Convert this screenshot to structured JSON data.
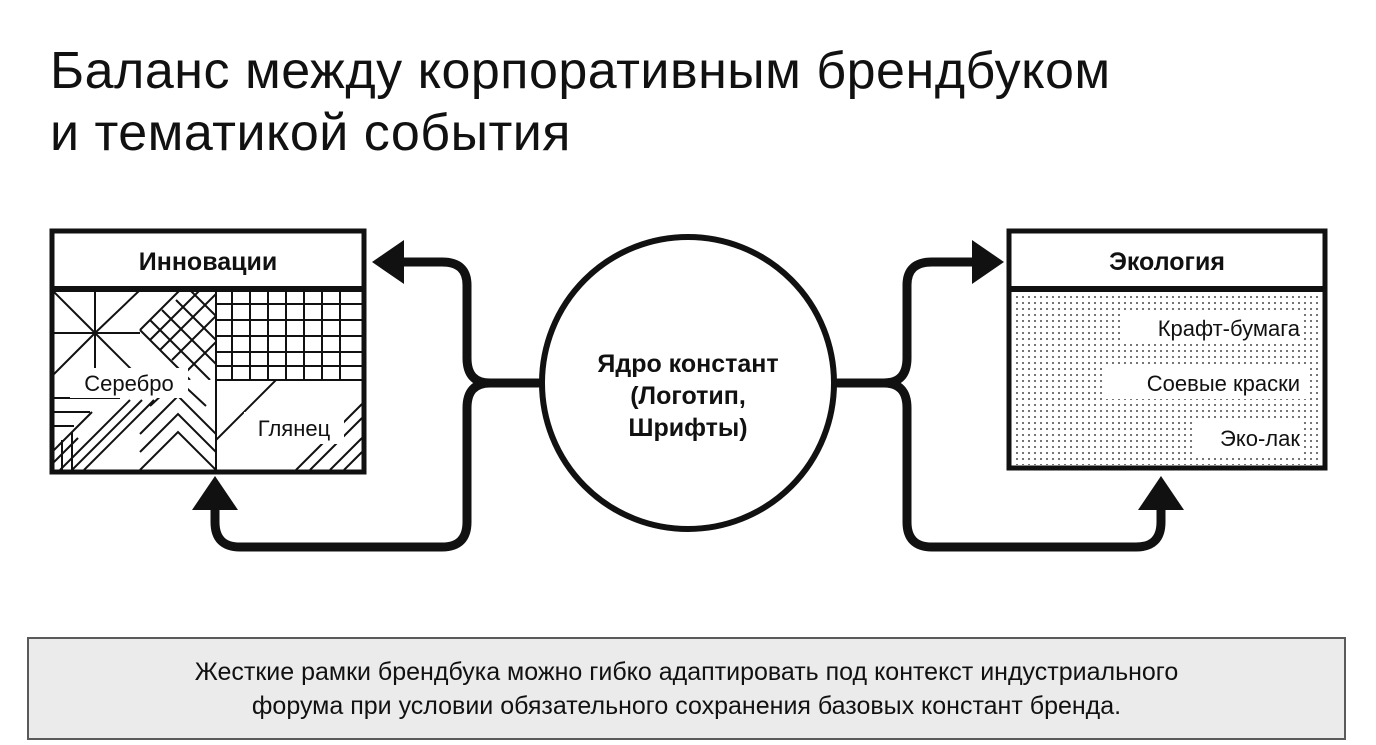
{
  "title": {
    "line1": "Баланс между корпоративным брендбуком",
    "line2": "и тематикой события"
  },
  "left_box": {
    "header": "Инновации",
    "labels": [
      "Серебро",
      "Глянец"
    ]
  },
  "core": {
    "lines": [
      "Ядро констант",
      "(Логотип,",
      "Шрифты)"
    ]
  },
  "right_box": {
    "header": "Экология",
    "items": [
      "Крафт-бумага",
      "Соевые краски",
      "Эко-лак"
    ]
  },
  "footer": {
    "line1": "Жесткие рамки брендбука можно гибко адаптировать под контекст индустриального",
    "line2": "форума при условии обязательного сохранения базовых констант бренда."
  },
  "colors": {
    "stroke": "#111111",
    "footer_background": "#ebebeb",
    "footer_border": "#5a5a5a"
  }
}
